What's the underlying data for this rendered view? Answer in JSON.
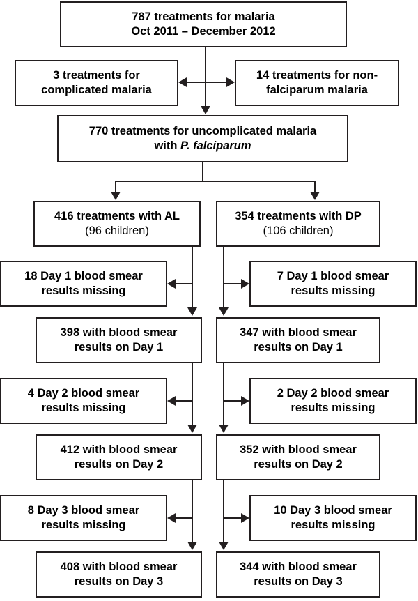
{
  "diagram": {
    "type": "flowchart",
    "title": "Malaria treatment enrollment and blood smear availability flow",
    "colors": {
      "stroke": "#231f20",
      "text": "#000000",
      "background": "#ffffff"
    },
    "nodes": {
      "total_treatments": {
        "line1": "787 treatments for malaria",
        "line2": "Oct 2011 – December 2012"
      },
      "complicated": {
        "line1": "3 treatments for",
        "line2": "complicated malaria"
      },
      "non_falciparum": {
        "line1": "14 treatments for non-",
        "line2": "falciparum malaria"
      },
      "uncomplicated": {
        "line1": "770 treatments for uncomplicated malaria",
        "line2_prefix": "with ",
        "line2_italic": "P. falciparum"
      },
      "al_arm": {
        "line1": "416 treatments with AL",
        "line2": "(96 children)"
      },
      "dp_arm": {
        "line1": "354 treatments with DP",
        "line2": "(106 children)"
      },
      "al_day1_missing": {
        "line1": "18 Day 1 blood smear",
        "line2": "results missing"
      },
      "dp_day1_missing": {
        "line1": "7 Day 1 blood smear",
        "line2": "results missing"
      },
      "al_day1_results": {
        "line1": "398 with blood smear",
        "line2": "results on Day 1"
      },
      "dp_day1_results": {
        "line1": "347 with blood smear",
        "line2": "results on Day 1"
      },
      "al_day2_missing": {
        "line1": "4 Day 2 blood smear",
        "line2": "results missing"
      },
      "dp_day2_missing": {
        "line1": "2 Day 2 blood smear",
        "line2": "results missing"
      },
      "al_day2_results": {
        "line1": "412 with blood smear",
        "line2": "results on Day 2"
      },
      "dp_day2_results": {
        "line1": "352 with blood smear",
        "line2": "results on Day 2"
      },
      "al_day3_missing": {
        "line1": "8 Day 3 blood smear",
        "line2": "results missing"
      },
      "dp_day3_missing": {
        "line1": "10 Day 3 blood smear",
        "line2": "results missing"
      },
      "al_day3_results": {
        "line1": "408 with blood smear",
        "line2": "results on Day 3"
      },
      "dp_day3_results": {
        "line1": "344 with blood smear",
        "line2": "results on Day 3"
      }
    }
  }
}
